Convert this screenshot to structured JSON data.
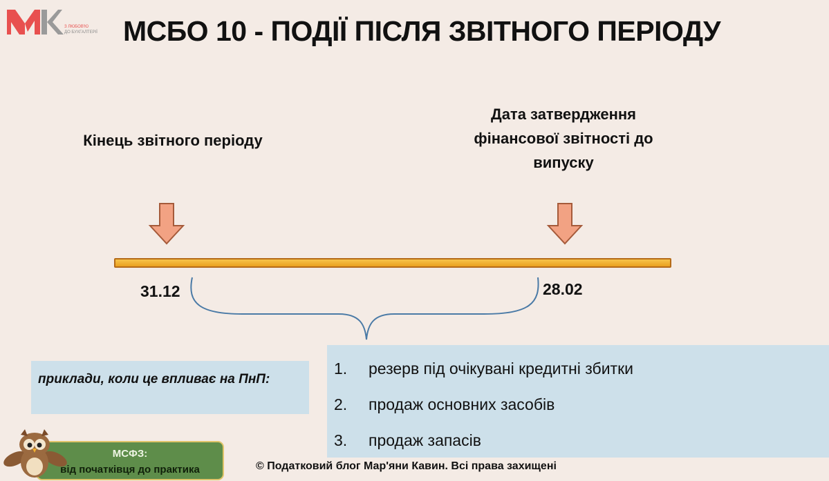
{
  "logo": {
    "letters": "MK",
    "tagline": "З ЛЮБОВ'Ю ДО БУХГАЛТЕРІЇ"
  },
  "title": "МСБО 10 - ПОДІЇ ПІСЛЯ ЗВІТНОГО ПЕРІОДУ",
  "timeline": {
    "left_label": "Кінець звітного періоду",
    "right_label": "Дата затвердження фінансової звітності до випуску",
    "left_date": "31.12",
    "right_date": "28.02"
  },
  "examples_label": "приклади, коли це впливає на ПнП:",
  "examples": [
    {
      "num": "1.",
      "text": "резерв під очікувані кредитні збитки"
    },
    {
      "num": "2.",
      "text": "продаж основних засобів"
    },
    {
      "num": "3.",
      "text": "продаж запасів"
    }
  ],
  "course": {
    "title": "МСФЗ:",
    "subtitle": "від початківця до практика"
  },
  "footer": "© Податковий блог Мар'яни Кавин. Всі права захищені",
  "colors": {
    "accent_blue": "#cde0ea",
    "timeline": "#f0ad2e",
    "arrow": "#f2a283",
    "green": "#5e8d4a"
  }
}
